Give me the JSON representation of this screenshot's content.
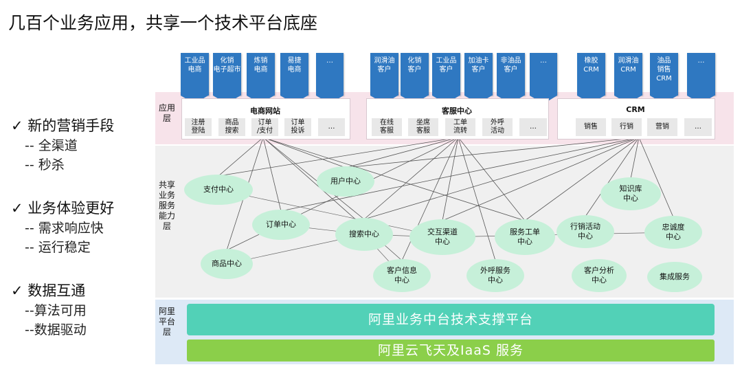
{
  "title": "几百个业务应用，共享一个技术平台底座",
  "bullets": [
    {
      "heading": "✓ 新的营销手段",
      "subs": [
        "-- 全渠道",
        "-- 秒杀"
      ]
    },
    {
      "heading": "✓ 业务体验更好",
      "subs": [
        "-- 需求响应快",
        "-- 运行稳定"
      ]
    },
    {
      "heading": "✓ 数据互通",
      "subs": [
        "--算法可用",
        "--数据驱动"
      ]
    }
  ],
  "layers": {
    "app": "应用层",
    "shared": "共享业务服务能力层",
    "base": "阿里平台层"
  },
  "top_boxes": [
    "工业品\n电商",
    "化销\n电子超市",
    "炼销\n电商",
    "易捷\n电商",
    "…",
    "润滑油\n客户",
    "化销\n客户",
    "工业品\n客户",
    "加油卡\n客户",
    "非油品\n客户",
    "…",
    "橡胶\nCRM",
    "润滑油\nCRM",
    "油品\n销售\nCRM",
    "…"
  ],
  "containers": [
    {
      "title": "电商网站",
      "chips": [
        "注册\n登陆",
        "商品\n搜索",
        "订单\n/支付",
        "订单\n投诉",
        "…"
      ]
    },
    {
      "title": "客服中心",
      "chips": [
        "在线\n客服",
        "坐席\n客服",
        "工单\n流转",
        "外呼\n活动",
        "…"
      ]
    },
    {
      "title": "CRM",
      "chips": [
        "销售",
        "行销",
        "营销",
        "…"
      ]
    }
  ],
  "centers": [
    "支付中心",
    "用户中心",
    "知识库\n中心",
    "订单中心",
    "搜索中心",
    "交互渠道\n中心",
    "服务工单\n中心",
    "行销活动\n中心",
    "忠诚度\n中心",
    "商品中心",
    "客户信息\n中心",
    "外呼服务\n中心",
    "客户分析\n中心",
    "集成服务"
  ],
  "platform": {
    "middle": "阿里业务中台技术支撑平台",
    "iaas": "阿里云飞天及IaaS 服务"
  },
  "colors": {
    "top_box": "#2f78c1",
    "app_band": "#f7e3ea",
    "shared_band": "#f0f0f0",
    "base_band": "#dde9f6",
    "center_fill": "#c6f0d9",
    "platform_middle": "#52d1b7",
    "platform_iaas": "#8bcf4a"
  }
}
